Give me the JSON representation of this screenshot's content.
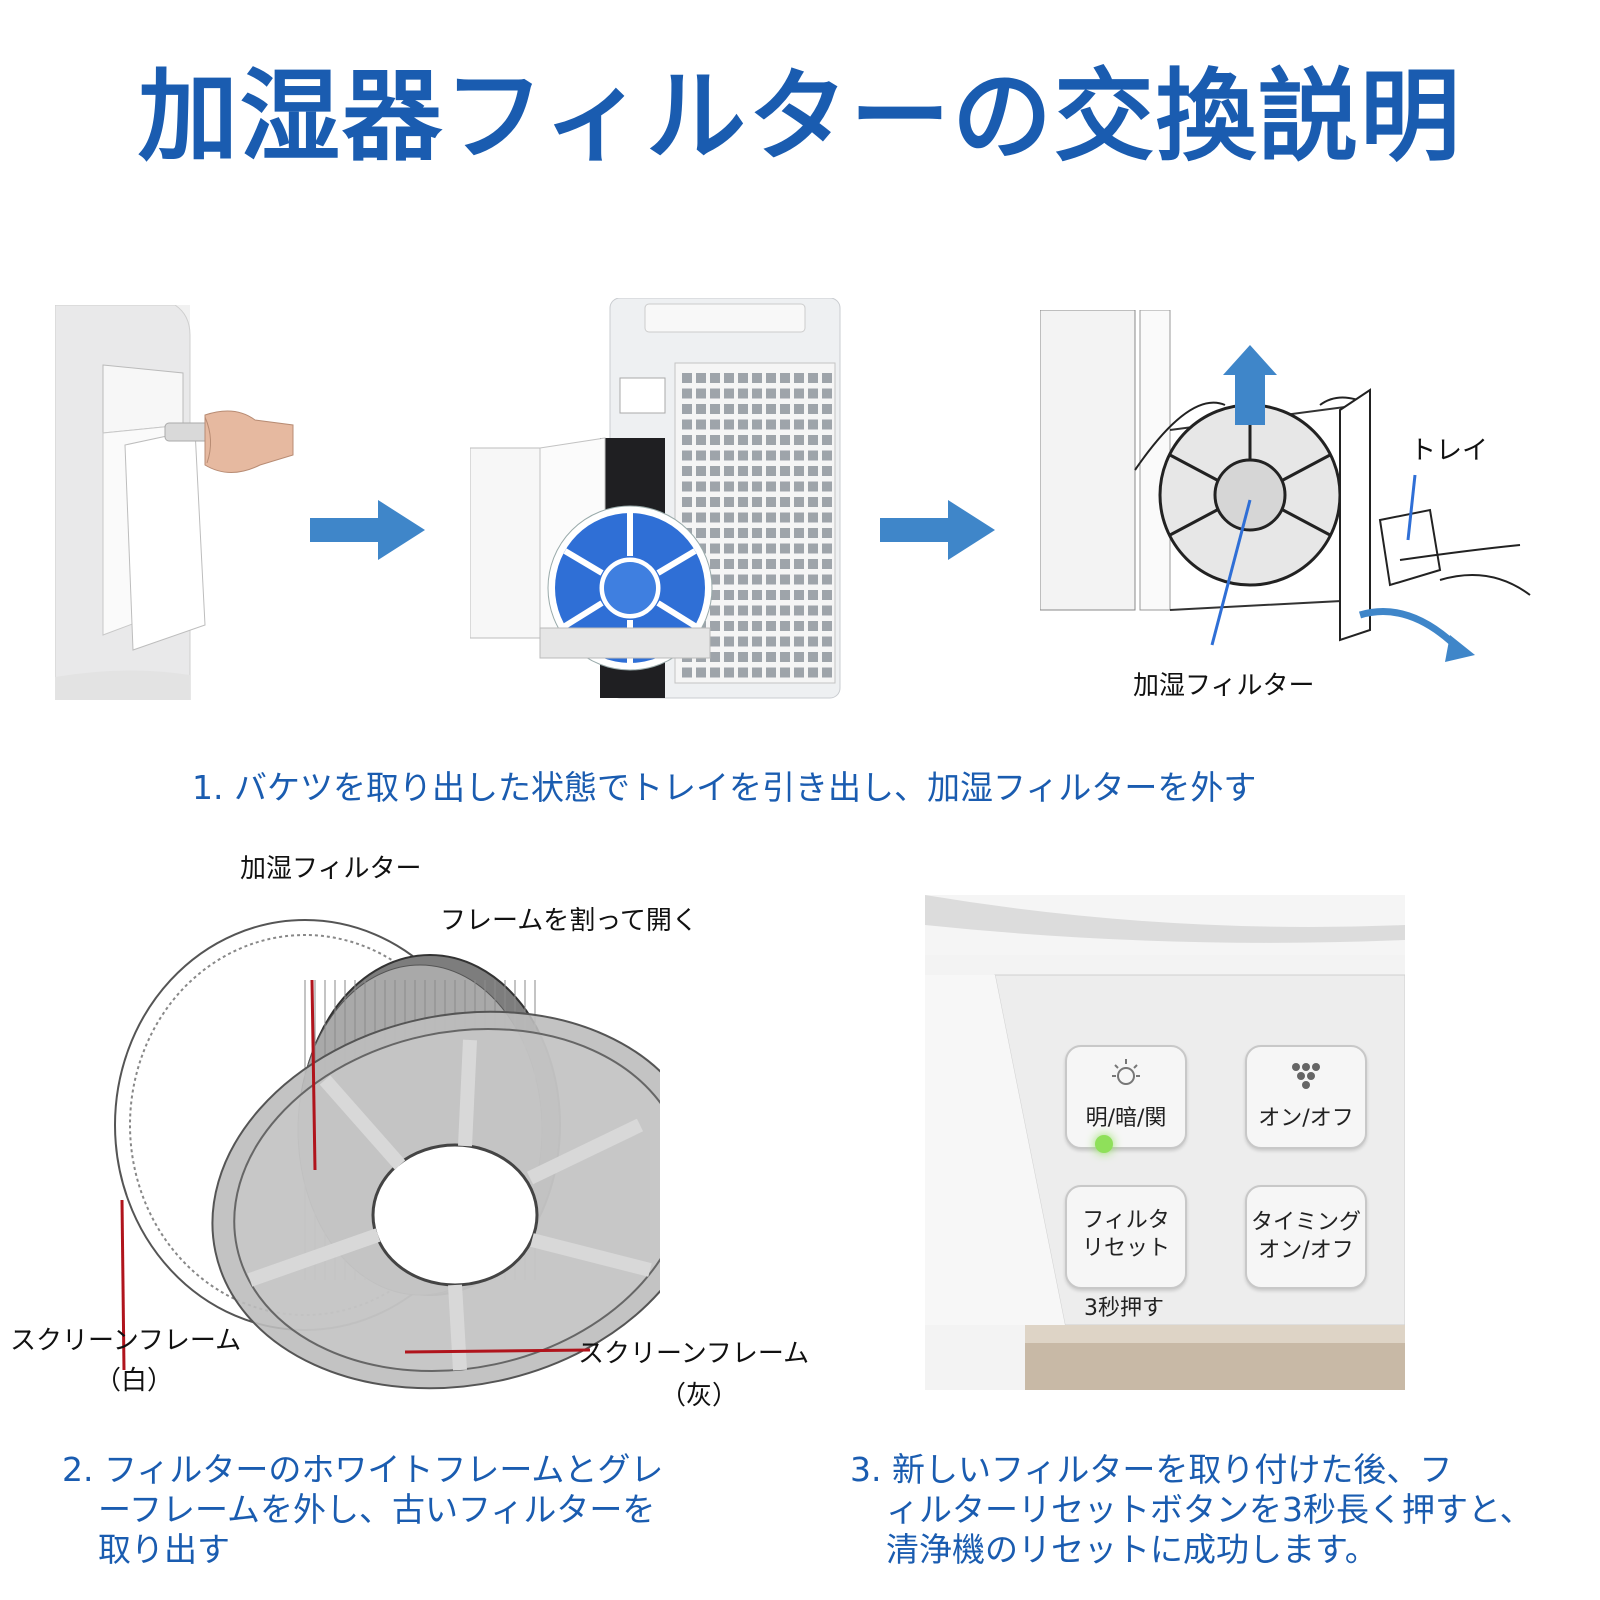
{
  "title": "加湿器フィルターの交換説明",
  "step1": {
    "caption": "1. バケツを取り出した状態でトレイを引き出し、加湿フィルターを外す",
    "label_tray": "トレイ",
    "label_filter": "加湿フィルター"
  },
  "step2": {
    "caption_line1": "2. フィルターのホワイトフレームとグレ",
    "caption_line2": "ーフレームを外し、古いフィルターを",
    "caption_line3": "取り出す",
    "label_filter": "加湿フィルター",
    "label_open": "フレームを割って開く",
    "label_white_frame": "スクリーンフレーム",
    "label_white_paren": "（白）",
    "label_gray_frame": "スクリーンフレーム",
    "label_gray_paren": "（灰）"
  },
  "step3": {
    "caption_line1": "3. 新しいフィルターを取り付けた後、フ",
    "caption_line2": "ィルターリセットボタンを3秒長く押すと、",
    "caption_line3": "清浄機のリセットに成功します。",
    "buttons": {
      "brightness": "明/暗/関",
      "ion": "オン/オフ",
      "filter_reset_1": "フィルタ",
      "filter_reset_2": "リセット",
      "timer_1": "タイミング",
      "timer_2": "オン/オフ"
    },
    "press_note": "3秒押す"
  },
  "colors": {
    "accent": "#1a5cb0",
    "arrow": "#3f86c9",
    "filter_blue": "#2f6fd6",
    "red_line": "#b0141c",
    "led": "#8fe05a"
  }
}
